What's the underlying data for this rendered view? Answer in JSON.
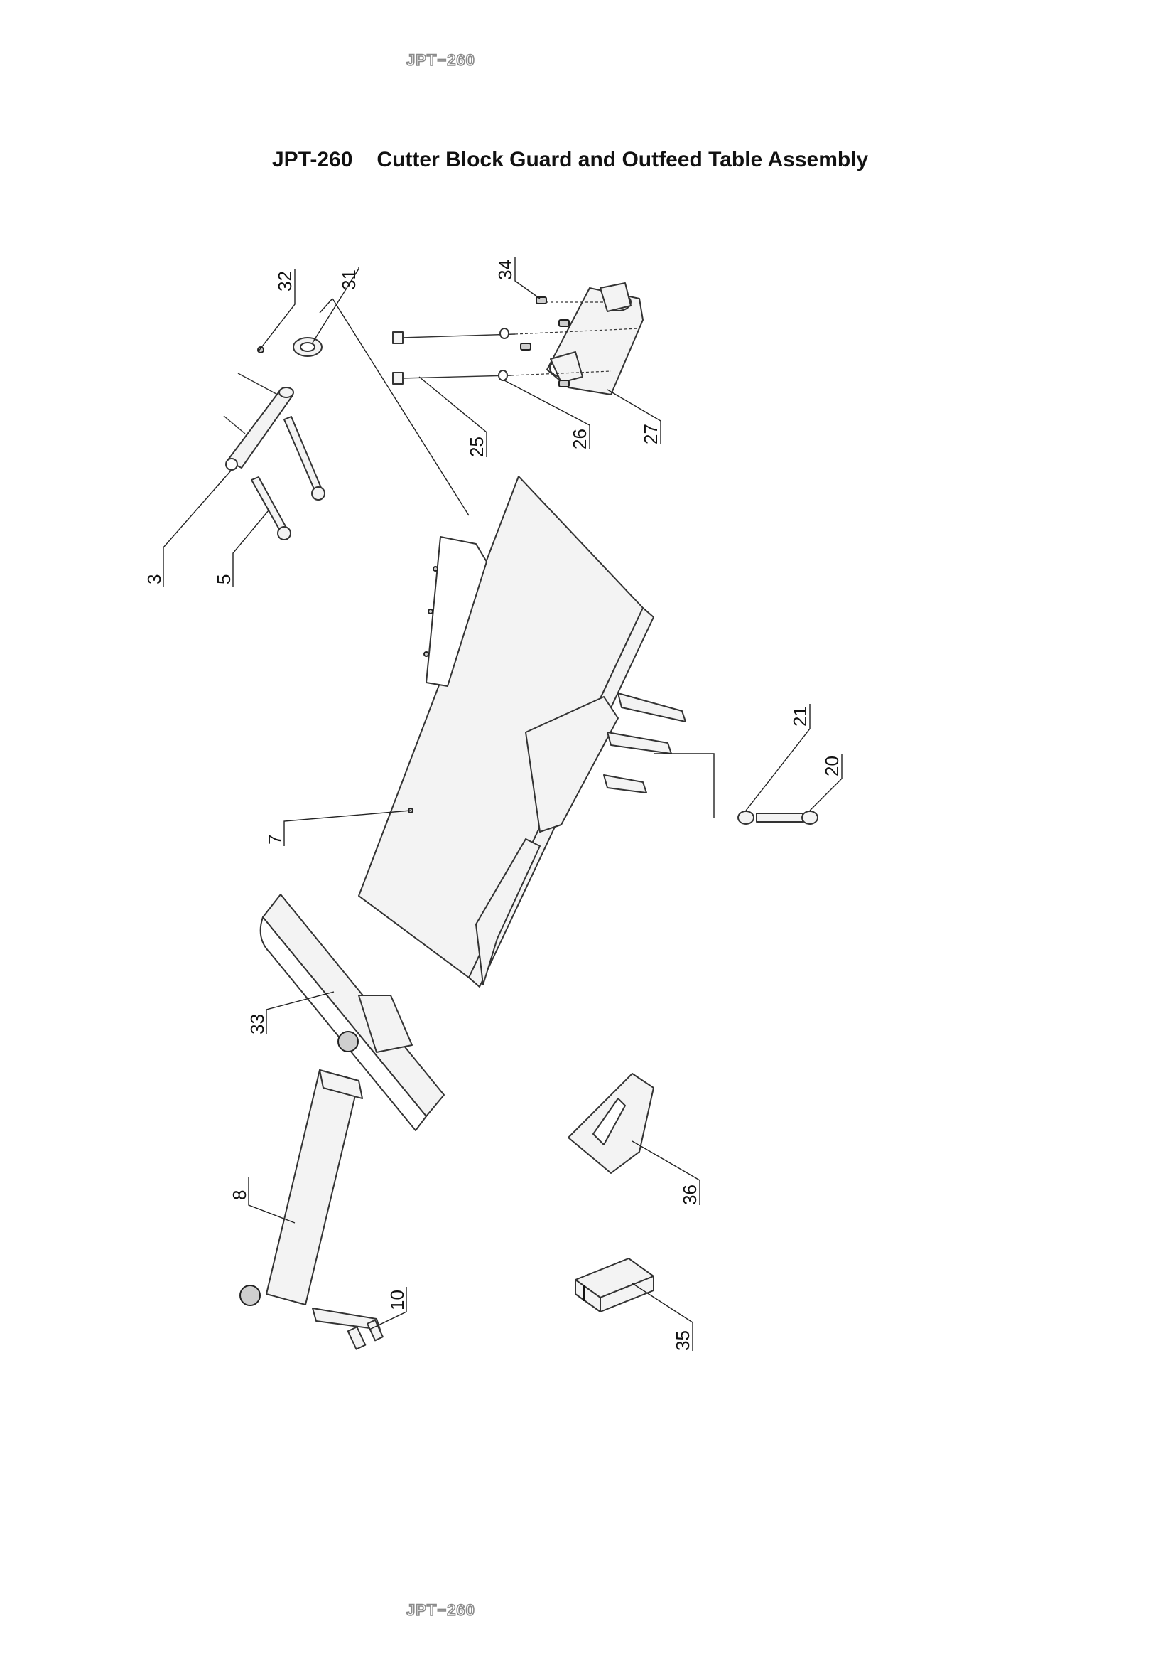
{
  "header": {
    "top": "JPT−260",
    "bottom": "JPT−260"
  },
  "title": {
    "model": "JPT-260",
    "text": "Cutter Block Guard and Outfeed Table Assembly"
  },
  "callouts": [
    "32",
    "31",
    "34",
    "25",
    "26",
    "27",
    "3",
    "5",
    "21",
    "20",
    "7",
    "33",
    "8",
    "10",
    "36",
    "35"
  ]
}
